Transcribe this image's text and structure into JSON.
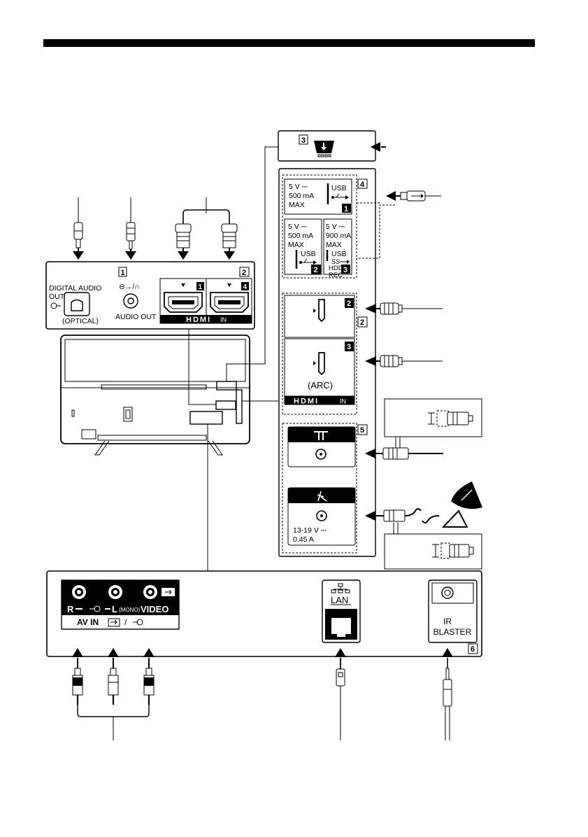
{
  "num_labels": {
    "n1": "1",
    "n2": "2",
    "n3": "3",
    "n4": "4",
    "n5": "5",
    "n6": "6",
    "hdmi1": "1",
    "hdmi4": "4",
    "usb1": "1",
    "usb2": "2",
    "usb3": "3",
    "hdmi_r2": "2",
    "hdmi_r3": "3"
  },
  "left_panel": {
    "digital_audio_line1": "DIGITAL AUDIO",
    "digital_audio_line2": "OUT",
    "optical": "(OPTICAL)",
    "headphone_symbol": "⊖→/∩",
    "audio_out": "AUDIO OUT",
    "hdmi_logo": "HDMI",
    "hdmi_in": "IN"
  },
  "usb_panel": {
    "usb1_spec1": "5 V ⎓",
    "usb1_spec2": "500 mA",
    "usb1_spec3": "MAX",
    "usb1_label": "USB",
    "usb2_spec1": "5 V ⎓",
    "usb2_spec2": "500 mA",
    "usb2_spec3": "MAX",
    "usb2_label": "USB",
    "usb3_spec1": "5 V ⎓",
    "usb3_spec2": "900 mA",
    "usb3_spec3": "MAX",
    "usb3_label": "USB",
    "usb3_ss": "SS",
    "hdd1": "HDD",
    "hdd2": "REC"
  },
  "hdmi_right": {
    "arc": "(ARC)",
    "hdmi_logo": "HDMI",
    "hdmi_in": "IN"
  },
  "antenna": {
    "sat_spec1": "13-19 V ⎓",
    "sat_spec2": "0.45 A"
  },
  "bottom_panel": {
    "r_label": "R",
    "l_label": "L",
    "mono": "(MONO)",
    "video": "VIDEO",
    "av_in": "AV IN",
    "slash": "/",
    "lan": "LAN",
    "ir1": "IR",
    "ir2": "BLASTER"
  }
}
